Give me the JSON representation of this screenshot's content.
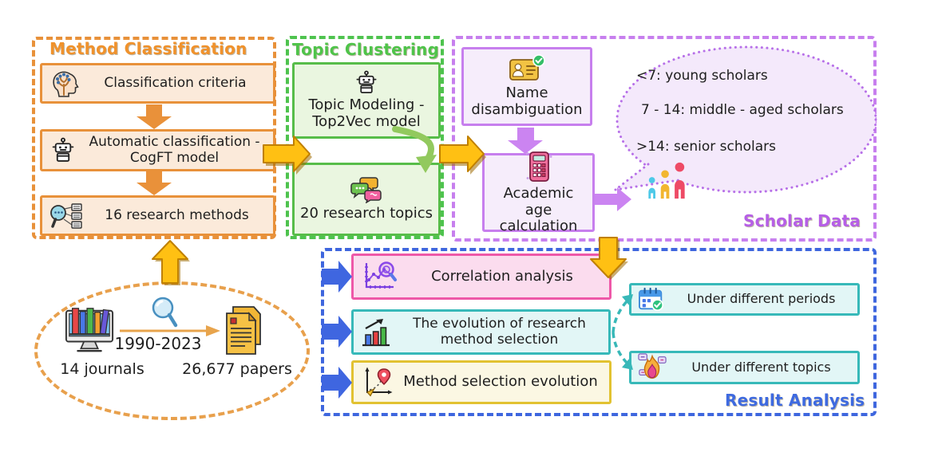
{
  "colors": {
    "orange_accent": "#E8913A",
    "gold_arrow": "#FFC013",
    "green_accent": "#4EC34E",
    "purple_accent": "#C77FEE",
    "purple_title": "#B65FE6",
    "blue_accent": "#3E66DE",
    "pink_accent": "#EE58A8",
    "teal_accent": "#37B9B9",
    "yellow_box_border": "#E2C231"
  },
  "method_classification": {
    "title": "Method Classification",
    "steps": [
      {
        "icon": "head-tree-icon",
        "label": "Classification criteria"
      },
      {
        "icon": "robot-icon",
        "label": "Automatic classification - CogFT model"
      },
      {
        "icon": "search-methods-icon",
        "label": "16 research methods"
      }
    ]
  },
  "topic_clustering": {
    "title": "Topic Clustering",
    "steps": [
      {
        "icon": "robot-icon",
        "label": "Topic Modeling - Top2Vec model"
      },
      {
        "icon": "chat-bubbles-icon",
        "label": "20 research topics"
      }
    ]
  },
  "scholar_data": {
    "title": "Scholar Data",
    "steps": [
      {
        "icon": "id-card-check-icon",
        "label": "Name disambiguation"
      },
      {
        "icon": "calculator-icon",
        "label": "Academic age calculation"
      }
    ],
    "age_legend": {
      "icon": "scholars-people-icon",
      "lines": [
        "<7: young scholars",
        "7 - 14: middle - aged scholars",
        ">14: senior scholars"
      ]
    }
  },
  "result_analysis": {
    "title": "Result Analysis",
    "analyses": [
      {
        "icon": "correlation-chart-icon",
        "label": "Correlation analysis"
      },
      {
        "icon": "bar-growth-icon",
        "label": "The evolution of research method selection"
      },
      {
        "icon": "pin-axis-icon",
        "label": "Method selection evolution"
      }
    ],
    "breakdowns": [
      {
        "icon": "calendar-check-icon",
        "label": "Under different periods"
      },
      {
        "icon": "trending-topics-icon",
        "label": "Under different topics"
      }
    ]
  },
  "data_source": {
    "icons": [
      "journal-library-icon",
      "magnifier-icon",
      "papers-icon"
    ],
    "journals_label": "14 journals",
    "time_range": "1990-2023",
    "papers_label": "26,677 papers"
  }
}
